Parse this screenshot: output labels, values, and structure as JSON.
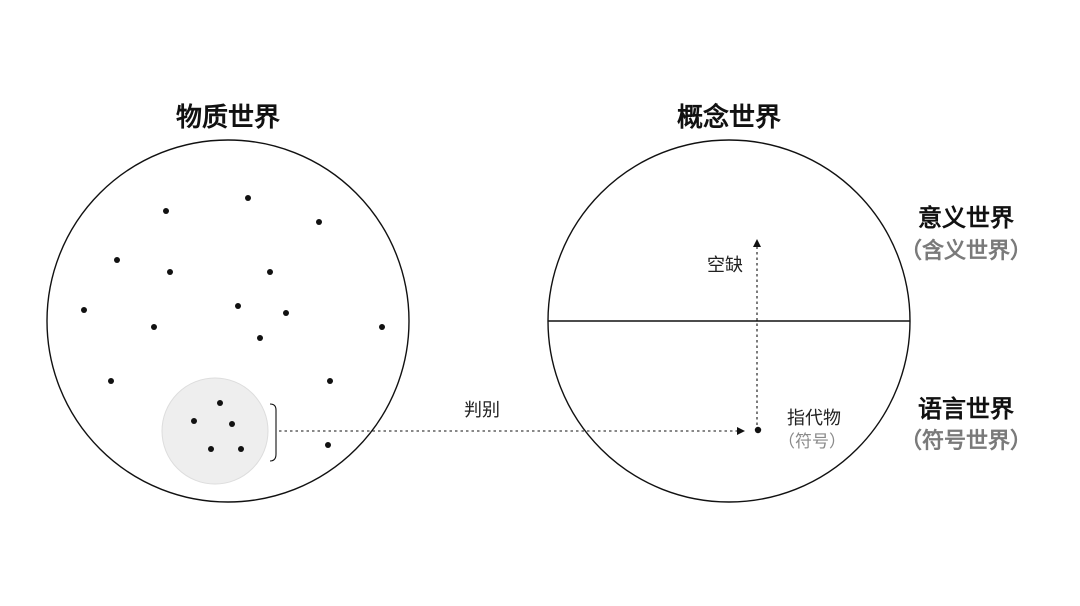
{
  "material_world": {
    "title": "物质世界"
  },
  "concept_world": {
    "title": "概念世界",
    "meaning_world": {
      "title": "意义世界",
      "subtitle": "（含义世界）"
    },
    "language_world": {
      "title": "语言世界",
      "subtitle": "（符号世界）"
    }
  },
  "arrows": {
    "discriminate_label": "判别",
    "vacancy_label": "空缺"
  },
  "referent": {
    "label": "指代物",
    "sublabel": "（符号）"
  },
  "colors": {
    "line": "#111111",
    "highlight_fill": "#eeeeee",
    "subtitle_gray": "#7a7a7a"
  }
}
